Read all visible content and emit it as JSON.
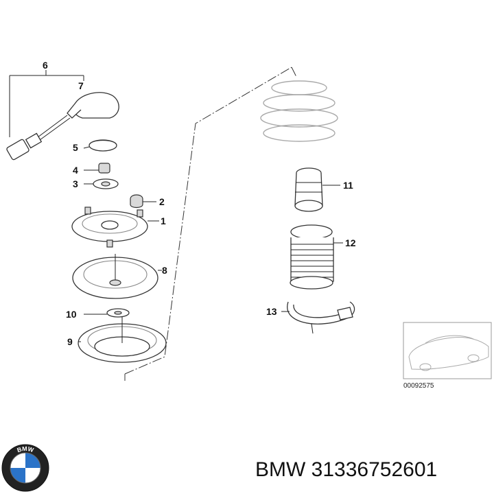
{
  "callouts": [
    "1",
    "2",
    "3",
    "4",
    "5",
    "6",
    "7",
    "8",
    "9",
    "10",
    "11",
    "12",
    "13"
  ],
  "reference_code": "00092575",
  "brand": "BMW",
  "part_number": "31336752601",
  "logo_letters": "BMW"
}
